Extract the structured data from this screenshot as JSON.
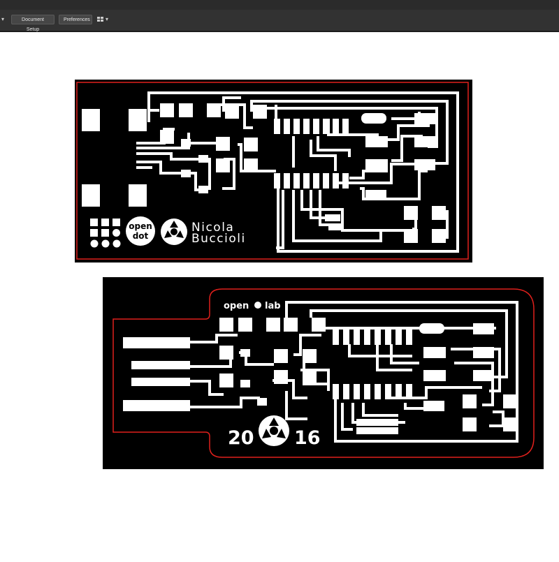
{
  "toolbar": {
    "left_menu_caret": "▾",
    "document_setup_label": "Document Setup",
    "preferences_label": "Preferences",
    "arrange_icon": "arrange-documents-icon",
    "arrange_caret": "▾"
  },
  "artboard_top": {
    "logo_open_dot_line1": "open",
    "logo_open_dot_line2": "dot",
    "author_line1": "Nicola",
    "author_line2": "Buccioli"
  },
  "artboard_bottom": {
    "brand_open": "open",
    "brand_lab": "lab",
    "year_left": "20",
    "year_right": "16"
  },
  "colors": {
    "toolbar_bg": "#323232",
    "board_bg": "#000000",
    "trace": "#ffffff",
    "outline": "#e0201c"
  }
}
